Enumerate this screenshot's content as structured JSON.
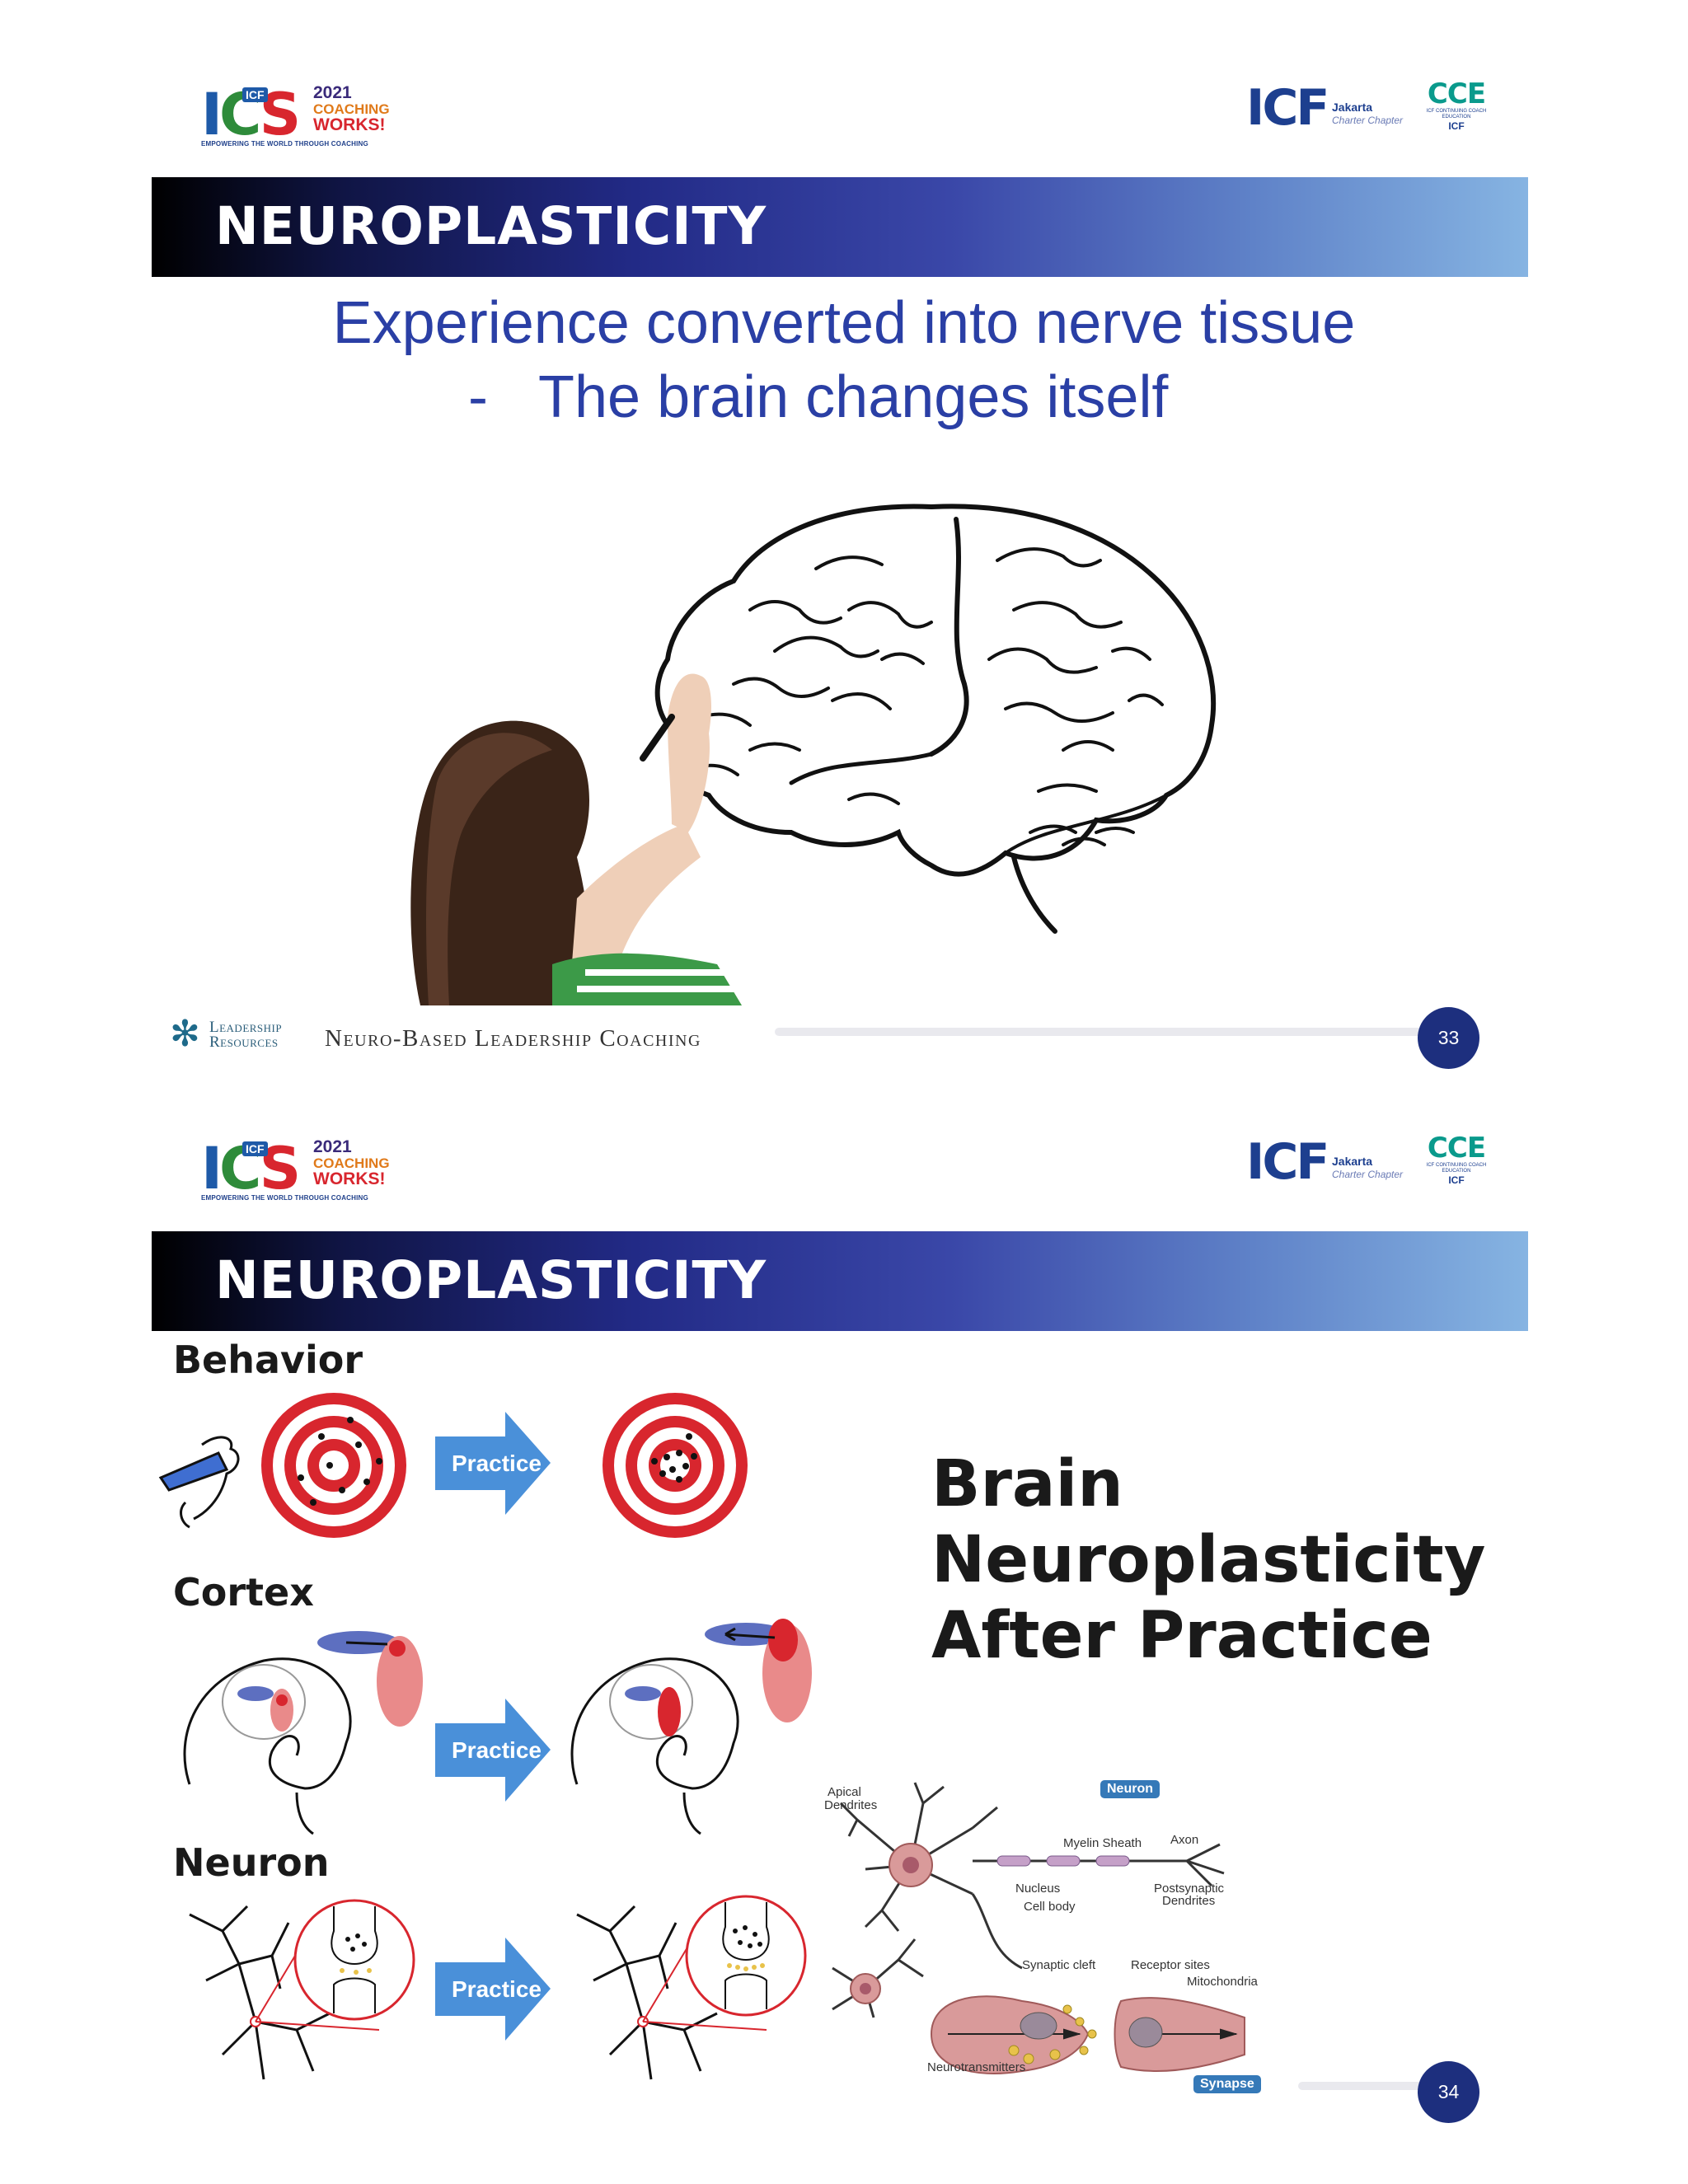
{
  "header": {
    "icgs_logo": {
      "badge": "ICF",
      "year": "2021",
      "line1": "COACHING",
      "line2": "WORKS!",
      "tagline": "EMPOWERING THE WORLD THROUGH COACHING"
    },
    "icf_logo": {
      "word": "ICF",
      "line1": "Jakarta",
      "line2": "Charter Chapter"
    },
    "cce_logo": {
      "word": "CCE",
      "sub": "ICF CONTINUING COACH EDUCATION",
      "icf": "ICF"
    }
  },
  "footer": {
    "org_line1": "Leadership",
    "org_line2": "Resources",
    "program": "Neuro-Based Leadership Coaching"
  },
  "slides": [
    {
      "title": "NEUROPLASTICITY",
      "subtitle_line1": "Experience converted into nerve tissue",
      "subtitle_dash": "-",
      "subtitle_line2": "The brain changes itself",
      "page_number": "33"
    },
    {
      "title": "NEUROPLASTICITY",
      "sections": [
        {
          "label": "Behavior",
          "arrow": "Practice"
        },
        {
          "label": "Cortex",
          "arrow": "Practice"
        },
        {
          "label": "Neuron",
          "arrow": "Practice"
        }
      ],
      "heading_lines": [
        "Brain",
        "Neuroplasticity",
        "After Practice"
      ],
      "neuron_diagram": {
        "apical": "Apical",
        "dendrites": "Dendrites",
        "neuron_badge": "Neuron",
        "myelin": "Myelin Sheath",
        "axon": "Axon",
        "nucleus": "Nucleus",
        "cell_body": "Cell body",
        "postsynaptic": "Postsynaptic",
        "post_dendrites": "Dendrites",
        "synaptic_cleft": "Synaptic cleft",
        "receptor_sites": "Receptor sites",
        "mitochondria": "Mitochondria",
        "neurotransmitters": "Neurotransmitters",
        "synapse_badge": "Synapse"
      },
      "page_number": "34"
    }
  ],
  "colors": {
    "title_bar_start": "#000000",
    "title_bar_end": "#86b4e2",
    "subtitle": "#2a3fa5",
    "page_badge": "#1d2f7e",
    "practice_arrow": "#4a90d9",
    "target_red": "#d8262e"
  }
}
